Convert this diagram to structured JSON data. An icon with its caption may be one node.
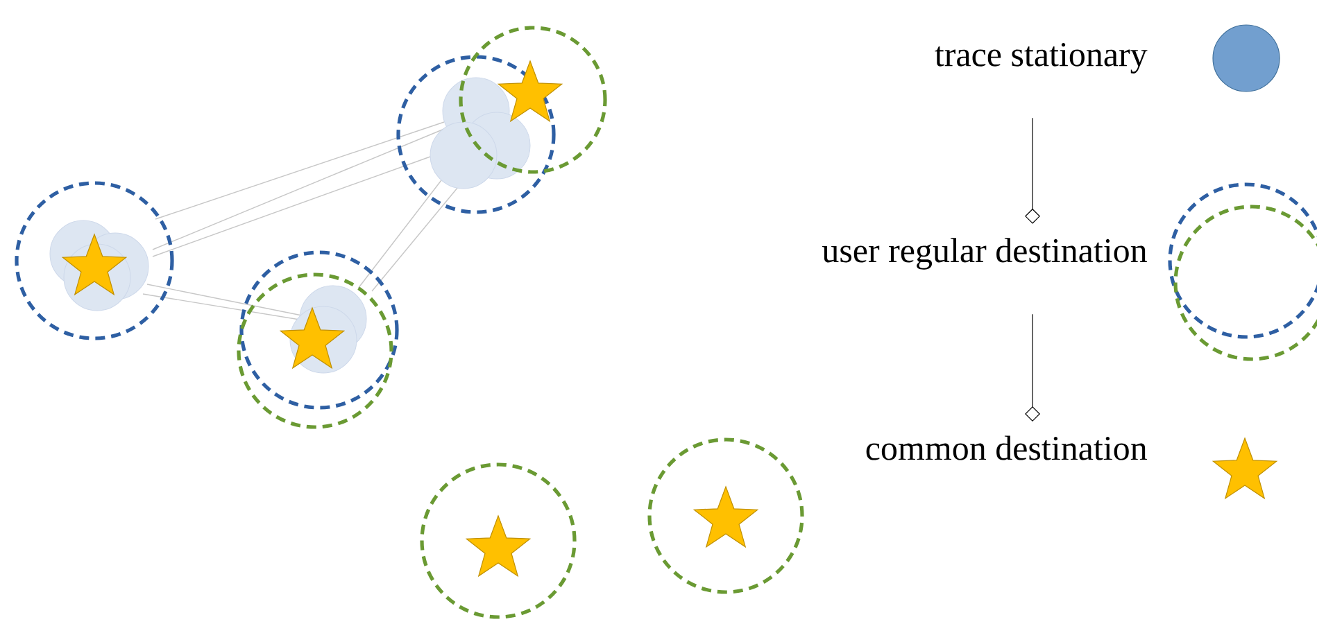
{
  "diagram": {
    "nodes": [
      {
        "text": [
          "trace stationary"
        ]
      },
      {
        "text": [
          "user regular destination"
        ]
      },
      {
        "text": [
          "common destination"
        ]
      }
    ],
    "edges": [
      {
        "from": 0,
        "to": 1,
        "arrow": "other"
      },
      {
        "from": 1,
        "to": 2,
        "arrow": "other"
      }
    ]
  }
}
